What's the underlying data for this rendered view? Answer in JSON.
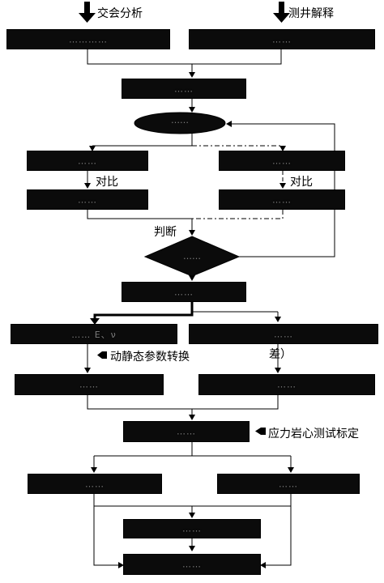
{
  "labels": {
    "cross_analysis": "交会分析",
    "log_interpretation": "测井解释",
    "compare_left": "对比",
    "compare_right": "对比",
    "judge": "判断",
    "dynamic_static": "动静态参数转换",
    "stress_core": "应力岩心测试标定",
    "cha": "差）"
  },
  "boxes": {
    "top_left": "…………",
    "top_right": "……",
    "step2": "……",
    "oval": "……",
    "left_a": "……",
    "right_a": "……",
    "left_b": "……",
    "right_b": "……",
    "diamond": "……",
    "step_mid": "……",
    "left_c": "…… E、ν",
    "right_c": "…… ",
    "left_d": "……",
    "right_d": "……",
    "stress": "……",
    "left_e": "……",
    "right_e": "……",
    "bottom_1": "……",
    "bottom_2": "……"
  },
  "colors": {
    "box_fill": "#0b0b0b",
    "line": "#000000"
  }
}
